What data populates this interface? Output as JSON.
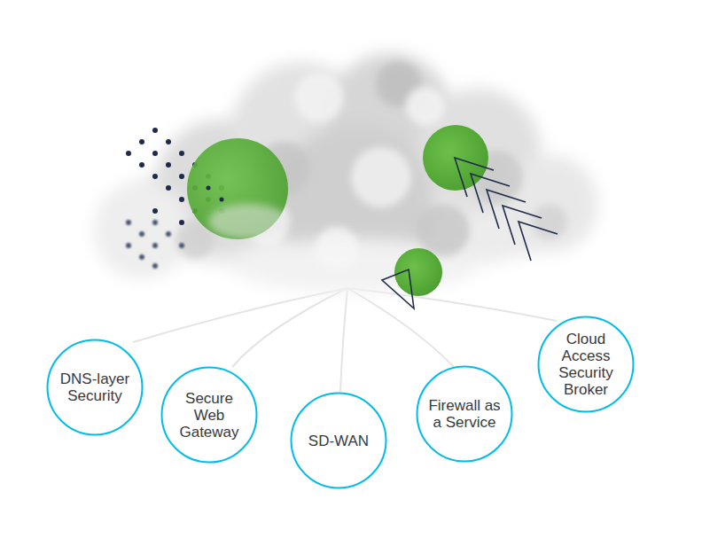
{
  "diagram": {
    "nodes": [
      {
        "text": [
          "DNS-layer Security"
        ]
      },
      {
        "text": [
          "Secure Web Gateway"
        ]
      },
      {
        "text": [
          "SD-WAN"
        ]
      },
      {
        "text": [
          "Firewall as a Service"
        ]
      },
      {
        "text": [
          "Cloud Access Security Broker"
        ]
      }
    ]
  }
}
